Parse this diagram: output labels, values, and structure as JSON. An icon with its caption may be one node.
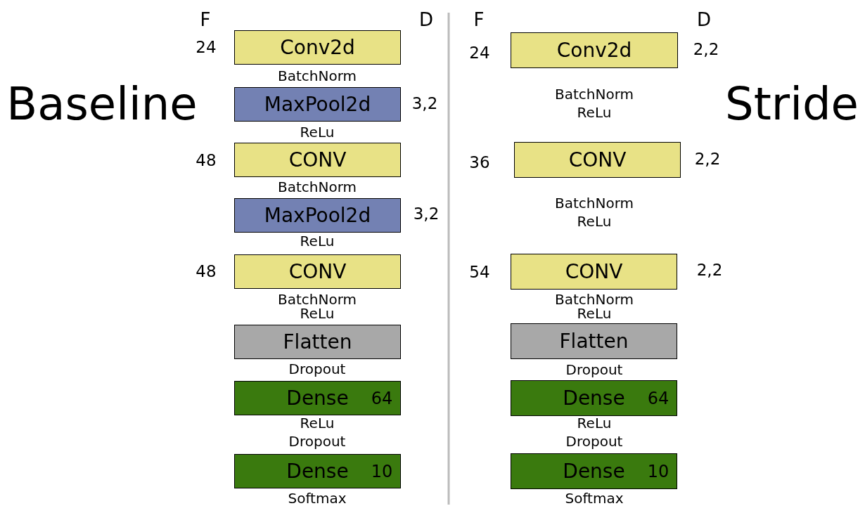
{
  "diagram": {
    "nodes": [
      {
        "text": [
          "Conv2d"
        ],
        "beside": [
          "24"
        ]
      },
      {
        "text": [
          "MaxPool2d"
        ],
        "beside": [
          "3,2"
        ]
      },
      {
        "text": [
          "CONV"
        ],
        "beside": [
          "48"
        ]
      },
      {
        "text": [
          "MaxPool2d"
        ],
        "beside": [
          "3,2"
        ]
      },
      {
        "text": [
          "CONV"
        ],
        "beside": [
          "48"
        ]
      },
      {
        "text": [
          "Flatten"
        ]
      },
      {
        "text": [
          "Dense",
          "64"
        ]
      },
      {
        "text": [
          "Dense",
          "10"
        ]
      },
      {
        "text": [
          "Conv2d"
        ],
        "beside": [
          "24",
          "2,2"
        ]
      },
      {
        "text": [
          "CONV"
        ],
        "beside": [
          "36",
          "2,2"
        ]
      },
      {
        "text": [
          "CONV"
        ],
        "beside": [
          "54",
          "2,2"
        ]
      },
      {
        "text": [
          "Flatten"
        ]
      },
      {
        "text": [
          "Dense",
          "64"
        ]
      },
      {
        "text": [
          "Dense",
          "10"
        ]
      }
    ],
    "edges": [],
    "labels": [
      "F",
      "D",
      "F",
      "D",
      "Baseline",
      "Stride",
      "BatchNorm",
      "ReLu",
      "BatchNorm",
      "ReLu",
      "BatchNorm",
      "ReLu",
      "Dropout",
      "ReLu",
      "Dropout",
      "Softmax",
      "BatchNorm",
      "ReLu",
      "BatchNorm",
      "ReLu",
      "BatchNorm",
      "ReLu",
      "Dropout",
      "ReLu",
      "Dropout",
      "Softmax"
    ]
  }
}
